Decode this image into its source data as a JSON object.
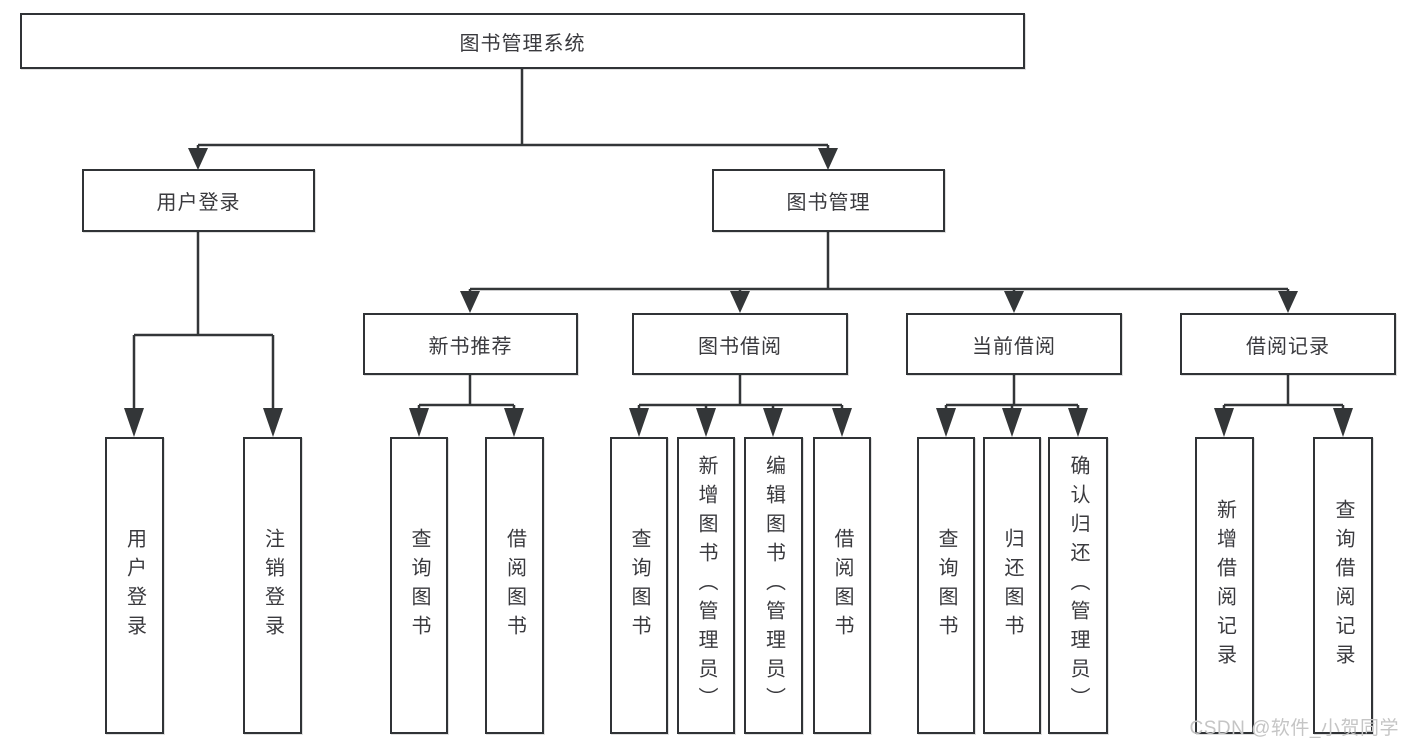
{
  "diagram": {
    "root": {
      "label": "图书管理系统"
    },
    "level1": {
      "user": {
        "label": "用户登录"
      },
      "books": {
        "label": "图书管理"
      }
    },
    "level2": {
      "new_books": {
        "label": "新书推荐"
      },
      "borrowing": {
        "label": "图书借阅"
      },
      "current": {
        "label": "当前借阅"
      },
      "records": {
        "label": "借阅记录"
      }
    },
    "leaves": {
      "user_login": {
        "label": "用户登录"
      },
      "user_logout": {
        "label": "注销登录"
      },
      "new_query": {
        "label": "查询图书"
      },
      "new_borrow": {
        "label": "借阅图书"
      },
      "borrow_query": {
        "label": "查询图书"
      },
      "borrow_add": {
        "label": "新增图书（管理员）"
      },
      "borrow_edit": {
        "label": "编辑图书（管理员）"
      },
      "borrow_borrow": {
        "label": "借阅图书"
      },
      "current_query": {
        "label": "查询图书"
      },
      "current_return": {
        "label": "归还图书"
      },
      "current_confirm": {
        "label": "确认归还（管理员）"
      },
      "records_add": {
        "label": "新增借阅记录"
      },
      "records_query": {
        "label": "查询借阅记录"
      }
    }
  },
  "watermark": {
    "text": "CSDN @软件_小贺同学"
  },
  "colors": {
    "line": "#333638",
    "box_border": "#303336",
    "text": "#3a3a3e",
    "watermark": "#c5c5c5",
    "background": "#ffffff"
  }
}
